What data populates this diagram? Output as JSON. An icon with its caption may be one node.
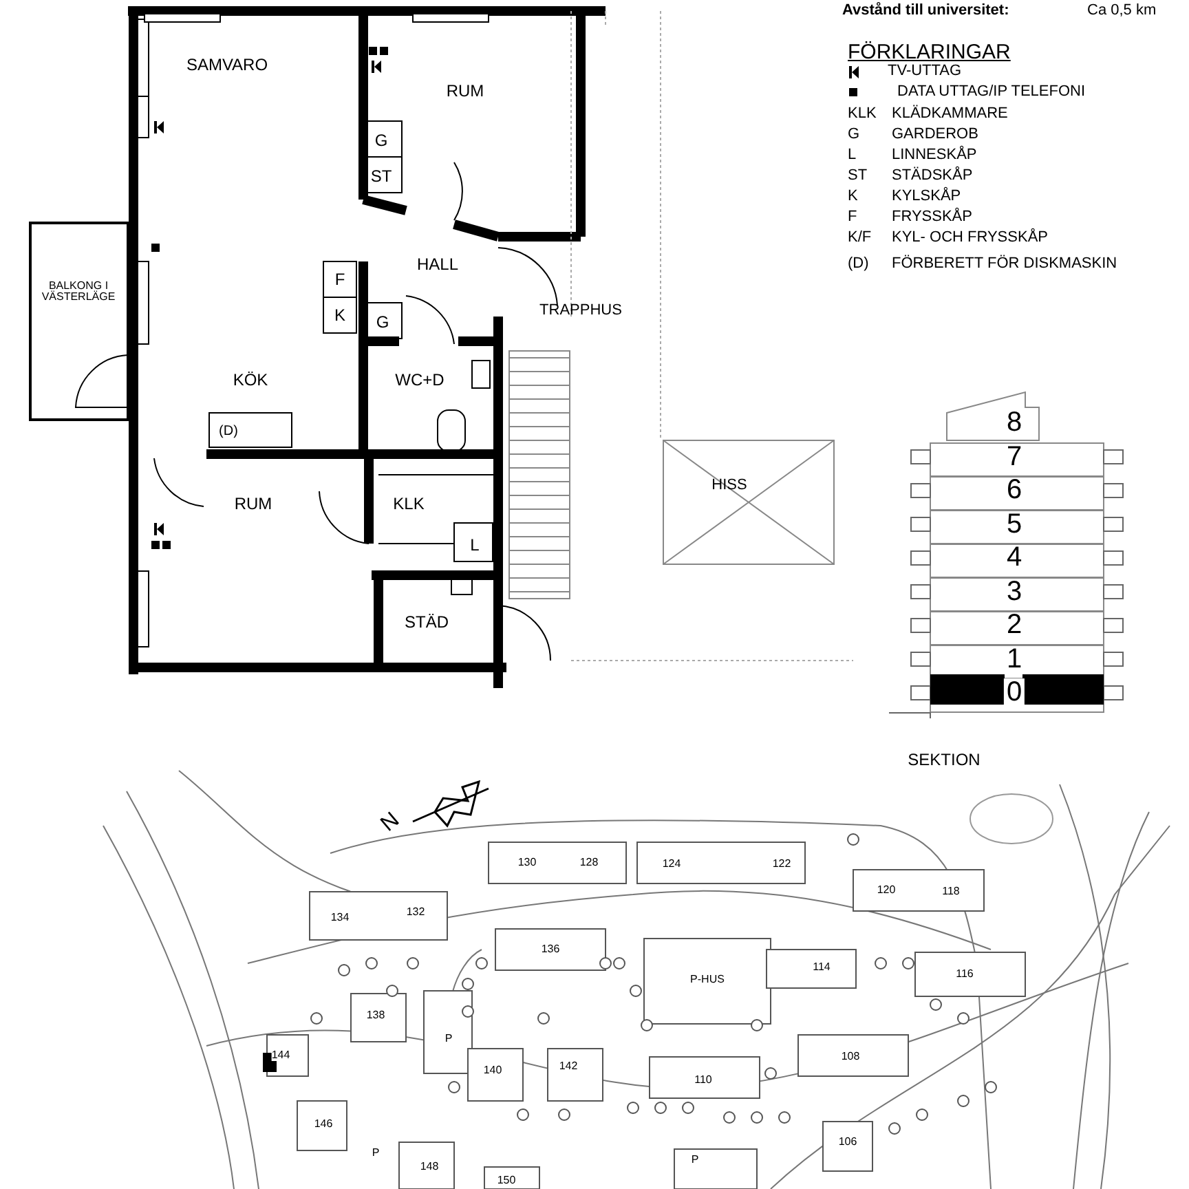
{
  "diagram": {
    "labels": [
      "Avstånd till universitet:",
      "Ca 0,5 km",
      "SAMVARO",
      "RUM",
      "FÖRKLARINGAR",
      "KLK",
      "KLÄDKAMMARE",
      "G",
      "GARDEROB",
      "L",
      "LINNESKÅP",
      "ST",
      "STÄDSKÅP",
      "K",
      "KYLSKÅP",
      "F",
      "FRYSSKÅP",
      "K/F",
      "KYL- OCH FRYSSKÅP",
      "(D)",
      "FÖRBERETT FÖR DISKMASKIN",
      "G",
      "ST",
      "HALL",
      "F",
      "BALKONG I VÄSTERLÄGE",
      "TRAPPHUS",
      "K",
      "G",
      "KÖK",
      "WC+D",
      "(D)",
      "HISS",
      "RUM",
      "KLK",
      "L",
      "STÄD",
      "8",
      "7",
      "6",
      "5",
      "4",
      "3",
      "2",
      "1",
      "0",
      "SEKTION",
      "N",
      "130",
      "128",
      "124",
      "122",
      "134",
      "132",
      "120",
      "118",
      "136",
      "P-HUS",
      "114",
      "116",
      "138",
      "P",
      "144",
      "140",
      "142",
      "110",
      "108",
      "146",
      "P",
      "148",
      "106",
      "150",
      "P"
    ],
    "legend": [
      {
        "text": "TV-UTTAG"
      },
      {
        "text": "DATA UTTAG/IP TELEFONI"
      }
    ]
  }
}
